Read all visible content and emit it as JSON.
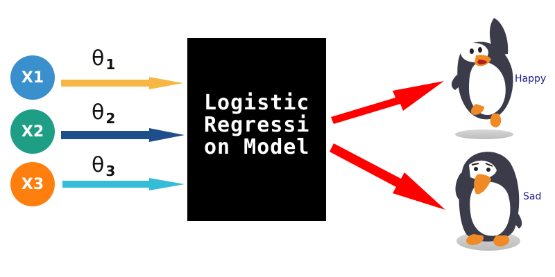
{
  "inputs": [
    {
      "label": "X1",
      "color": "#3a8fcd"
    },
    {
      "label": "X2",
      "color": "#1f9e86"
    },
    {
      "label": "X3",
      "color": "#ff7f0e"
    }
  ],
  "weights": [
    {
      "symbol": "θ",
      "subscript": "1",
      "arrow_color": "#f6b842"
    },
    {
      "symbol": "θ",
      "subscript": "2",
      "arrow_color": "#1f4e8c"
    },
    {
      "symbol": "θ",
      "subscript": "3",
      "arrow_color": "#35bcd6"
    }
  ],
  "model": {
    "label": "Logistic Regression Model",
    "background": "#000000"
  },
  "outputs": [
    {
      "label": "Happy",
      "arrow_color": "#ff0000"
    },
    {
      "label": "Sad",
      "arrow_color": "#ff0000"
    }
  ]
}
